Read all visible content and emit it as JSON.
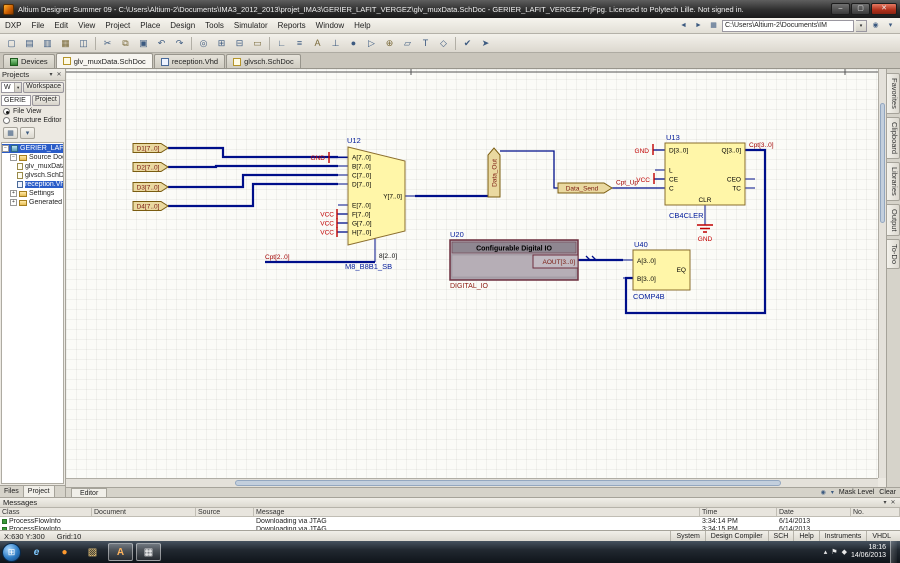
{
  "titlebar": {
    "title": "Altium Designer Summer 09 - C:\\Users\\Altium-2\\Documents\\IMA3_2012_2013\\projet_IMA3\\GERIER_LAFIT_VERGEZ\\glv_muxData.SchDoc - GERIER_LAFIT_VERGEZ.PrjFpg. Licensed to Polytech Lille. Not signed in."
  },
  "glyphs": {
    "min": "–",
    "max": "▢",
    "close": "✕",
    "down": "▾",
    "back": "◄",
    "forward": "►",
    "grid": "▦",
    "menu": "≡",
    "minus": "−",
    "plus": "+",
    "orb": "⊞",
    "ie": "e",
    "circle": "●",
    "folder": "▨",
    "alt": "A",
    "up": "▴",
    "flag": "⚑",
    "net": "◆",
    "dot": "◉"
  },
  "menubar": {
    "items": [
      "DXP",
      "File",
      "Edit",
      "View",
      "Project",
      "Place",
      "Design",
      "Tools",
      "Simulator",
      "Reports",
      "Window",
      "Help"
    ],
    "address": "C:\\Users\\Altium-2\\Documents\\IM"
  },
  "toolbar": {
    "icons": [
      "▢",
      "▤",
      "▥",
      "▦",
      "◫",
      "✂",
      "⧉",
      "▣",
      "↶",
      "↷",
      "◎",
      "⊞",
      "⊟",
      "▭",
      "∟",
      "≡",
      "A",
      "⊥",
      "●",
      "▷",
      "⊕",
      "▱",
      "T",
      "◇",
      "✔",
      "➤"
    ]
  },
  "doctabs": {
    "tabs": [
      "Devices",
      "glv_muxData.SchDoc",
      "reception.Vhd",
      "glvsch.SchDoc"
    ]
  },
  "projects": {
    "title": "Projects",
    "workspace_combo": "W",
    "workspace_btn": "Workspace",
    "project_combo": "GERIE",
    "project_btn": "Project",
    "file_view": "File View",
    "structure_editor": "Structure Editor",
    "tree": [
      {
        "label": "GERIER_LAFIT_VERGEZ.PrjFpg"
      },
      {
        "label": "Source Documents"
      },
      {
        "label": "glv_muxData.SchDoc"
      },
      {
        "label": "glvsch.SchDoc"
      },
      {
        "label": "reception.Vhd"
      },
      {
        "label": "Settings"
      },
      {
        "label": "Generated"
      }
    ],
    "files_tab": "Files",
    "project_tab": "Project"
  },
  "right_tabs": {
    "labels": [
      "Favorites",
      "Clipboard",
      "Libraries",
      "Output",
      "To-Do"
    ]
  },
  "bottombar": {
    "editor": "Editor",
    "mask_level": "Mask Level",
    "clear": "Clear"
  },
  "messages": {
    "title": "Messages",
    "columns": [
      "Class",
      "Document",
      "Source",
      "Message",
      "Time",
      "Date",
      "No."
    ],
    "rows": [
      {
        "class": "ProcessFlowInfo",
        "document": "",
        "source": "",
        "message": "Downloading via JTAG",
        "time": "3:34:14 PM",
        "date": "6/14/2013",
        "no": ""
      },
      {
        "class": "ProcessFlowInfo",
        "document": "",
        "source": "",
        "message": "Downloading via JTAG",
        "time": "3:34:15 PM",
        "date": "6/14/2013",
        "no": ""
      }
    ]
  },
  "statusbar": {
    "coords": "X:630 Y:300",
    "grid": "Grid:10",
    "panels": [
      "System",
      "Design Compiler",
      "SCH",
      "Help",
      "Instruments",
      "VHDL"
    ]
  },
  "taskbar": {
    "time": "18:16",
    "date": "14/06/2013"
  },
  "schematic": {
    "u12": {
      "refdes": "U12",
      "libref": "M8_B8B1_SB",
      "a": "A[7..0]",
      "b": "B[7..0]",
      "c": "C[7..0]",
      "d": "D[7..0]",
      "e": "E[7..0]",
      "f": "F[7..0]",
      "g": "G[7..0]",
      "h": "H[7..0]",
      "y": "Y[7..0]",
      "sel": "8[2..0]"
    },
    "u13": {
      "refdes": "U13",
      "libref": "CB4CLER",
      "d": "D[3..0]",
      "q": "Q[3..0]",
      "l": "L",
      "ce": "CE",
      "c": "C",
      "clr": "CLR",
      "ceo": "CEO",
      "tc": "TC"
    },
    "u20": {
      "refdes": "U20",
      "header": "Configurable Digital IO",
      "aout": "AOUT[3..0]",
      "designator": "DIGITAL_IO"
    },
    "u40": {
      "refdes": "U40",
      "libref": "COMP4B",
      "a": "A[3..0]",
      "b": "B[3..0]",
      "eq": "EQ"
    },
    "ports": {
      "d1": "D1[7..0]",
      "d2": "D2[7..0]",
      "d3": "D3[7..0]",
      "d4": "D4[7..0]",
      "data_send": "Data_Send",
      "data_out": "Data_Out"
    },
    "labels": {
      "cpt2": "Cpt[2..0]",
      "cpt3": "Cpt[3..0]",
      "cpt_up": "Cpt_Up"
    },
    "power": {
      "gnd": "GND",
      "vcc": "VCC"
    }
  }
}
